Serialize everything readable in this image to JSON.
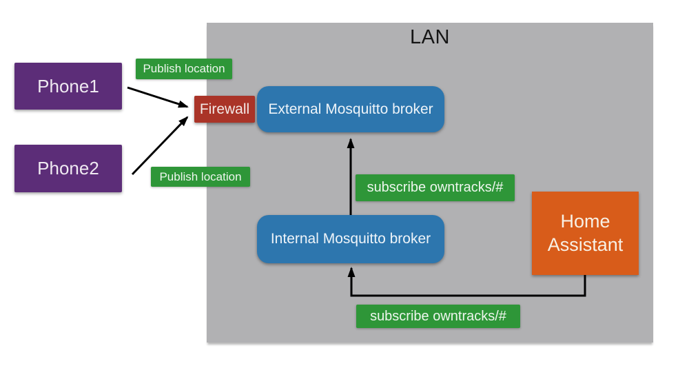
{
  "title": "LAN",
  "colors": {
    "phone_purple": "#5c2d78",
    "label_green": "#2e9638",
    "firewall_red": "#aa3428",
    "broker_blue": "#2d76ae",
    "home_assistant_orange": "#d85c1a",
    "lan_gray": "#b1b1b3",
    "arrow_black": "#000000",
    "background_white": "#ffffff"
  },
  "nodes": {
    "phone1": {
      "label": "Phone1"
    },
    "phone2": {
      "label": "Phone2"
    },
    "firewall": {
      "label": "Firewall"
    },
    "external_broker": {
      "label": "External Mosquitto broker"
    },
    "internal_broker": {
      "label": "Internal Mosquitto broker"
    },
    "home_assistant": {
      "label": "Home Assistant"
    }
  },
  "edge_labels": {
    "publish_location_top": "Publish location",
    "publish_location_bottom": "Publish location",
    "subscribe_owntracks_top": "subscribe owntracks/#",
    "subscribe_owntracks_bottom": "subscribe owntracks/#"
  },
  "edges": [
    {
      "from": "phone1",
      "to": "firewall",
      "label": "Publish location"
    },
    {
      "from": "phone2",
      "to": "firewall",
      "label": "Publish location"
    },
    {
      "from": "internal_broker",
      "to": "external_broker",
      "label": "subscribe owntracks/#"
    },
    {
      "from": "home_assistant",
      "to": "internal_broker",
      "label": "subscribe owntracks/#"
    }
  ]
}
